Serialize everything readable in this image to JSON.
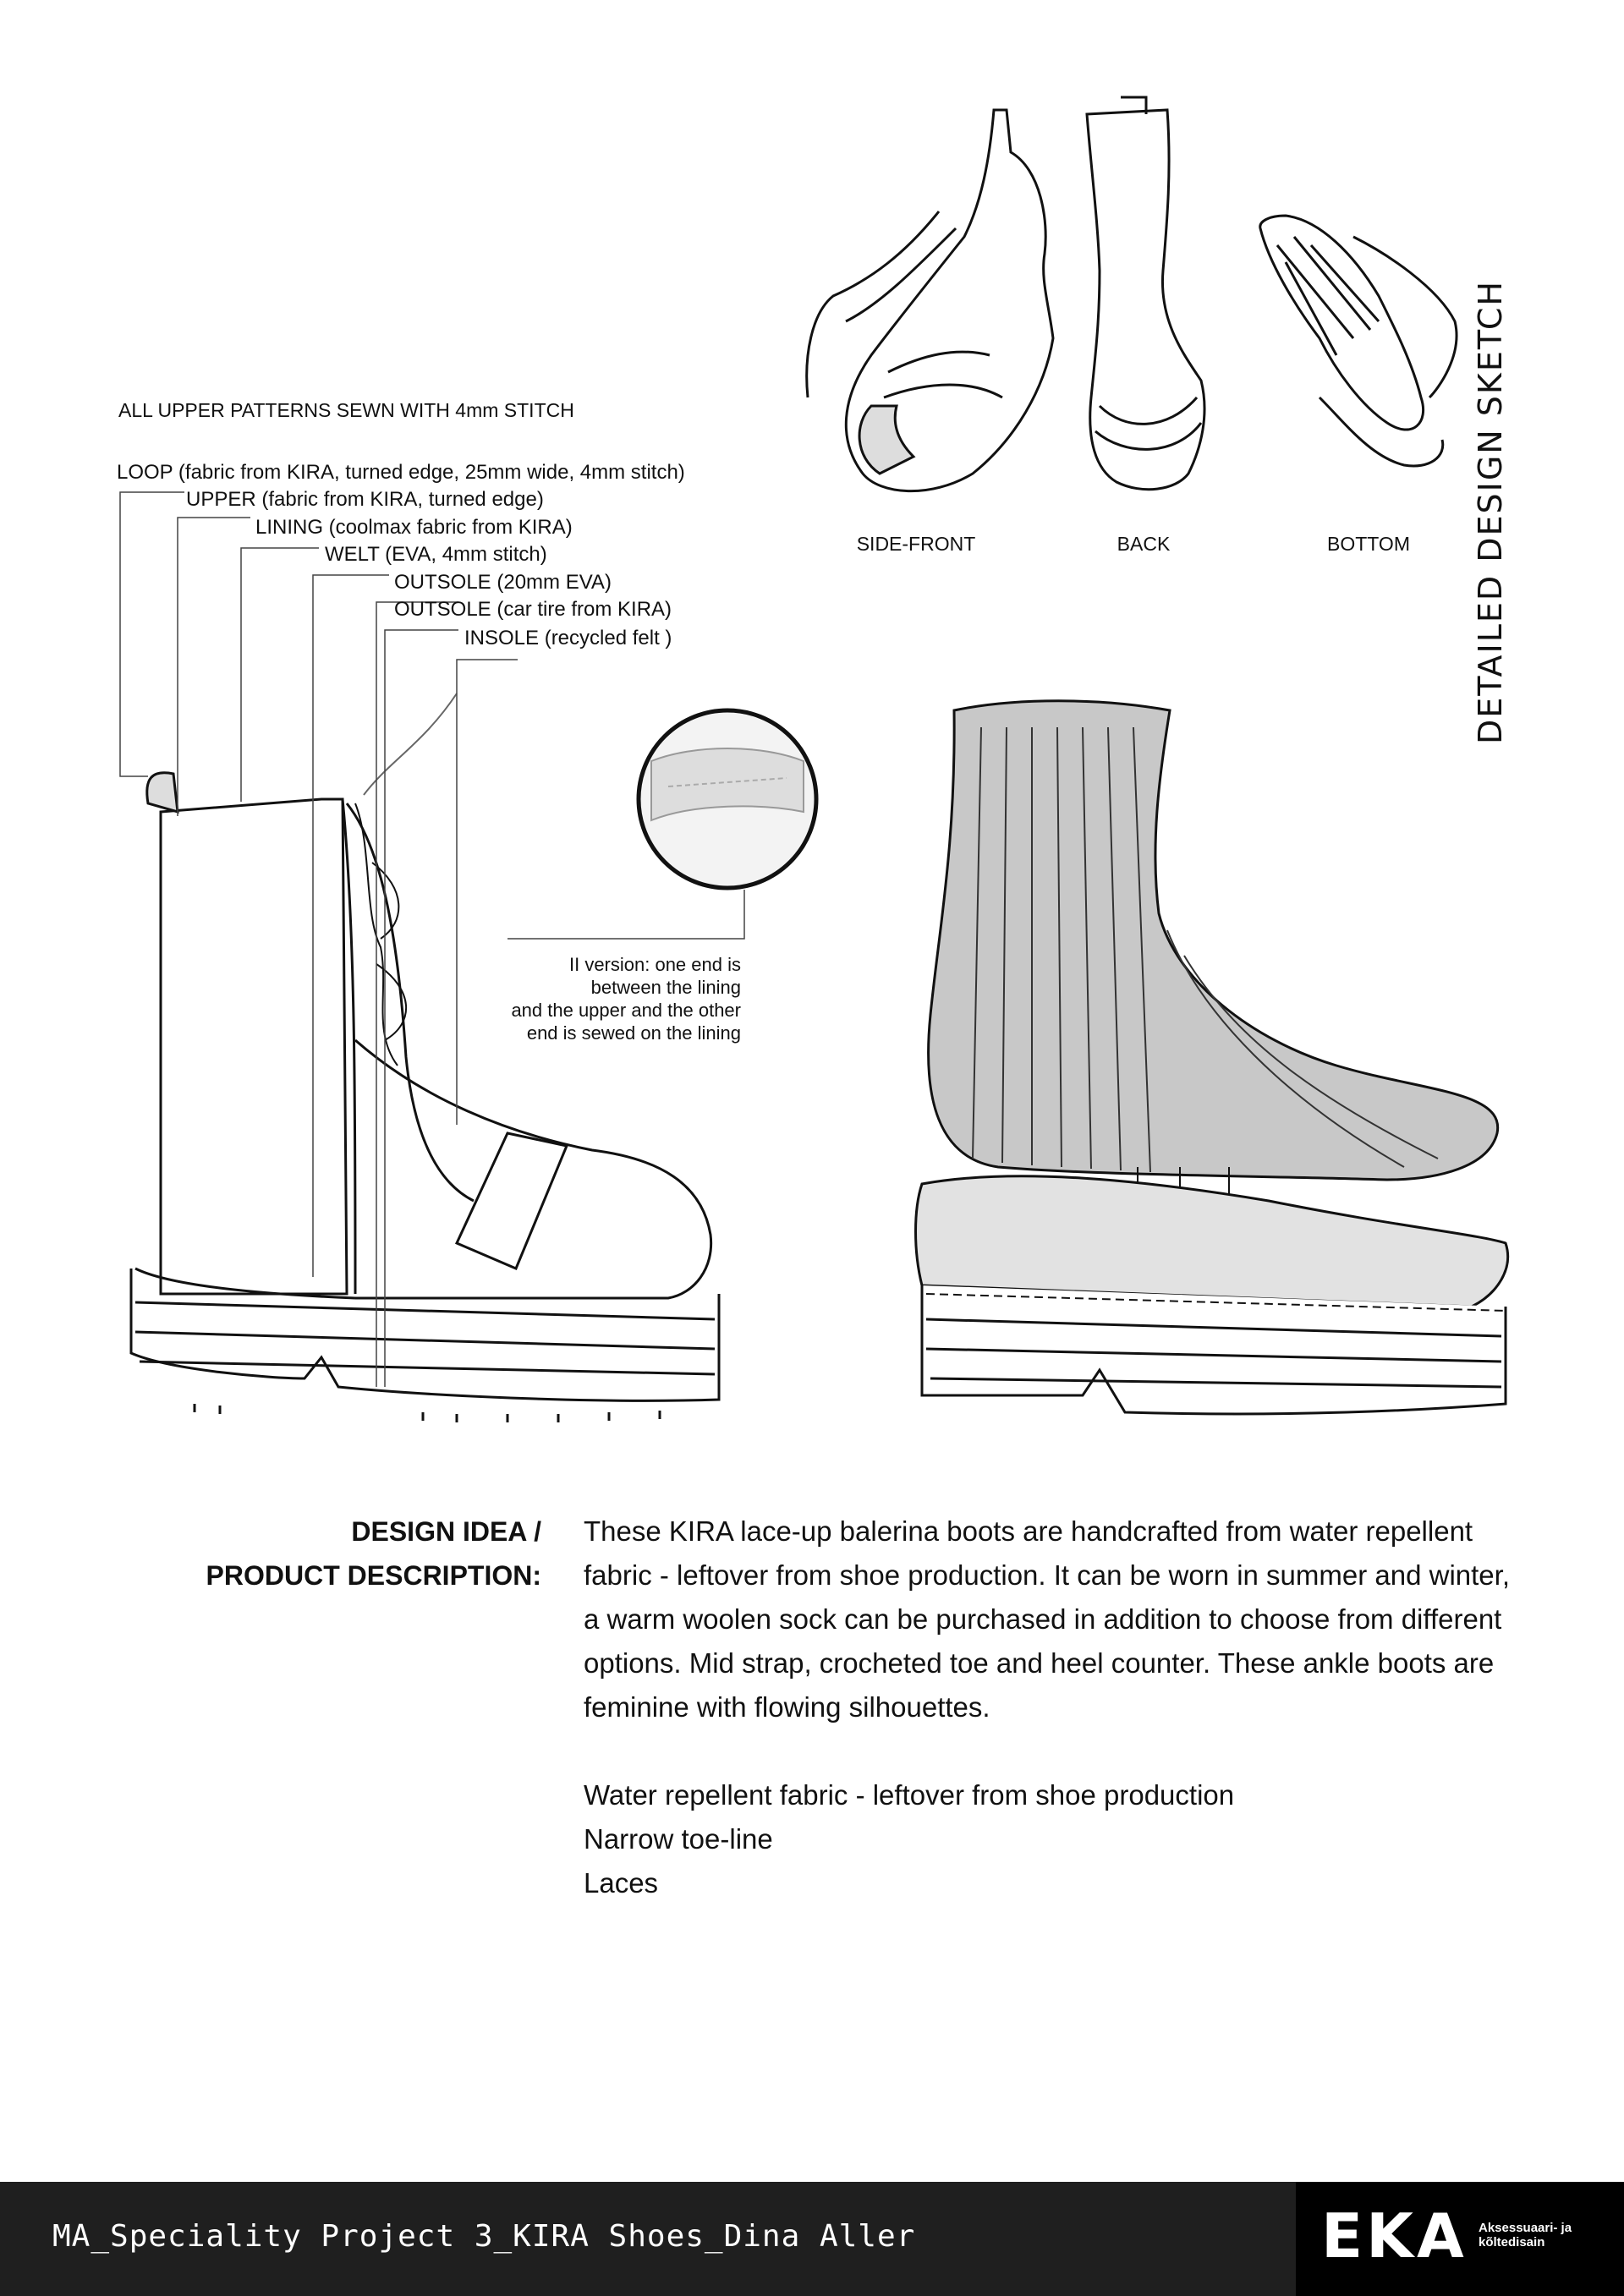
{
  "side_title": "DETAILED DESIGN SKETCH",
  "stitch_note": "ALL UPPER PATTERNS SEWN WITH 4mm  STITCH",
  "materials": [
    {
      "label": "LOOP (fabric from KIRA, turned edge, 25mm wide, 4mm stitch)"
    },
    {
      "label": "UPPER (fabric from KIRA, turned edge)"
    },
    {
      "label": "LINING (coolmax fabric from KIRA)"
    },
    {
      "label": "WELT (EVA, 4mm stitch)"
    },
    {
      "label": "OUTSOLE (20mm EVA)"
    },
    {
      "label": "OUTSOLE (car tire from KIRA)"
    },
    {
      "label": "INSOLE (recycled felt )"
    }
  ],
  "views": {
    "side_front": "SIDE-FRONT",
    "back": "BACK",
    "bottom": "BOTTOM"
  },
  "callout": {
    "line1": "II version: one end is",
    "line2": "between the lining",
    "line3": "and the upper and the other",
    "line4": "end  is sewed on the lining"
  },
  "description": {
    "heading_line1": "DESIGN IDEA /",
    "heading_line2": "PRODUCT DESCRIPTION:",
    "paragraph": "These KIRA lace-up balerina boots are handcrafted from water repellent fabric - leftover from shoe production. It can be worn in summer and winter, a warm woolen sock can be purchased in addition to choose from different options. Mid strap, crocheted toe and heel counter. These ankle boots are feminine with flowing silhouettes.",
    "features": [
      "Water repellent fabric - leftover from shoe production",
      "Narrow toe-line",
      "Laces"
    ]
  },
  "footer": {
    "project": "MA_Speciality Project 3_KIRA Shoes_Dina Aller",
    "logo": "EKA",
    "logo_sub_line1": "Aksessuaari- ja",
    "logo_sub_line2": "kõltedisain"
  }
}
